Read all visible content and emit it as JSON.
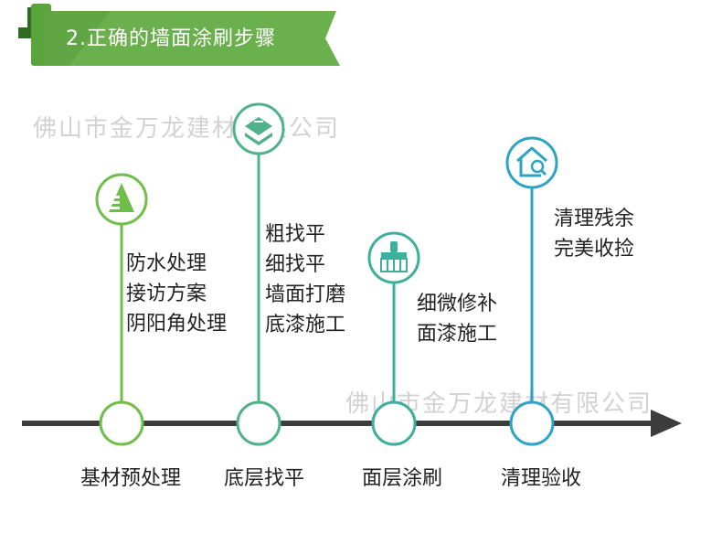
{
  "header": {
    "title": "2.正确的墙面涂刷步骤",
    "accent_color": "#6ab04c",
    "dark_color": "#3d7d2f"
  },
  "watermark": {
    "text_1": "佛山市金万龙建材有限公司",
    "text_2": "佛山市金万龙建材有限公司"
  },
  "timeline": {
    "arrow_color": "#3c3c3c",
    "steps": [
      {
        "label": "基材预处理",
        "icon": "document-stack-icon",
        "color": "#6fbe4a",
        "details": [
          "防水处理",
          "接访方案",
          "阴阳角处理"
        ]
      },
      {
        "label": "底层找平",
        "icon": "layers-icon",
        "color": "#4fb28a",
        "details": [
          "粗找平",
          "细找平",
          "墙面打磨",
          "底漆施工"
        ]
      },
      {
        "label": "面层涂刷",
        "icon": "paint-brush-icon",
        "color": "#3fae9c",
        "details": [
          "细微修补",
          "面漆施工"
        ]
      },
      {
        "label": "清理验收",
        "icon": "house-inspect-icon",
        "color": "#2ea3c4",
        "details": [
          "清理残余",
          "完美收捡"
        ]
      }
    ]
  }
}
